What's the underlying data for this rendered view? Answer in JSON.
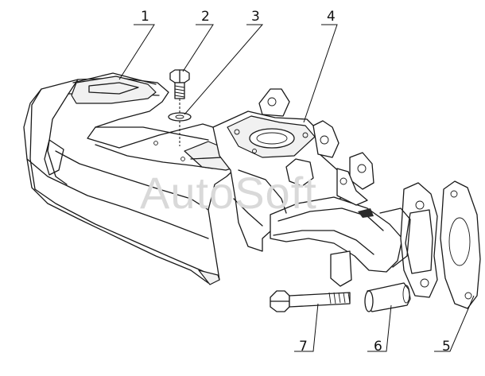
{
  "watermark": "AutoSoft",
  "callouts": [
    "1",
    "2",
    "3",
    "4",
    "5",
    "6",
    "7"
  ]
}
